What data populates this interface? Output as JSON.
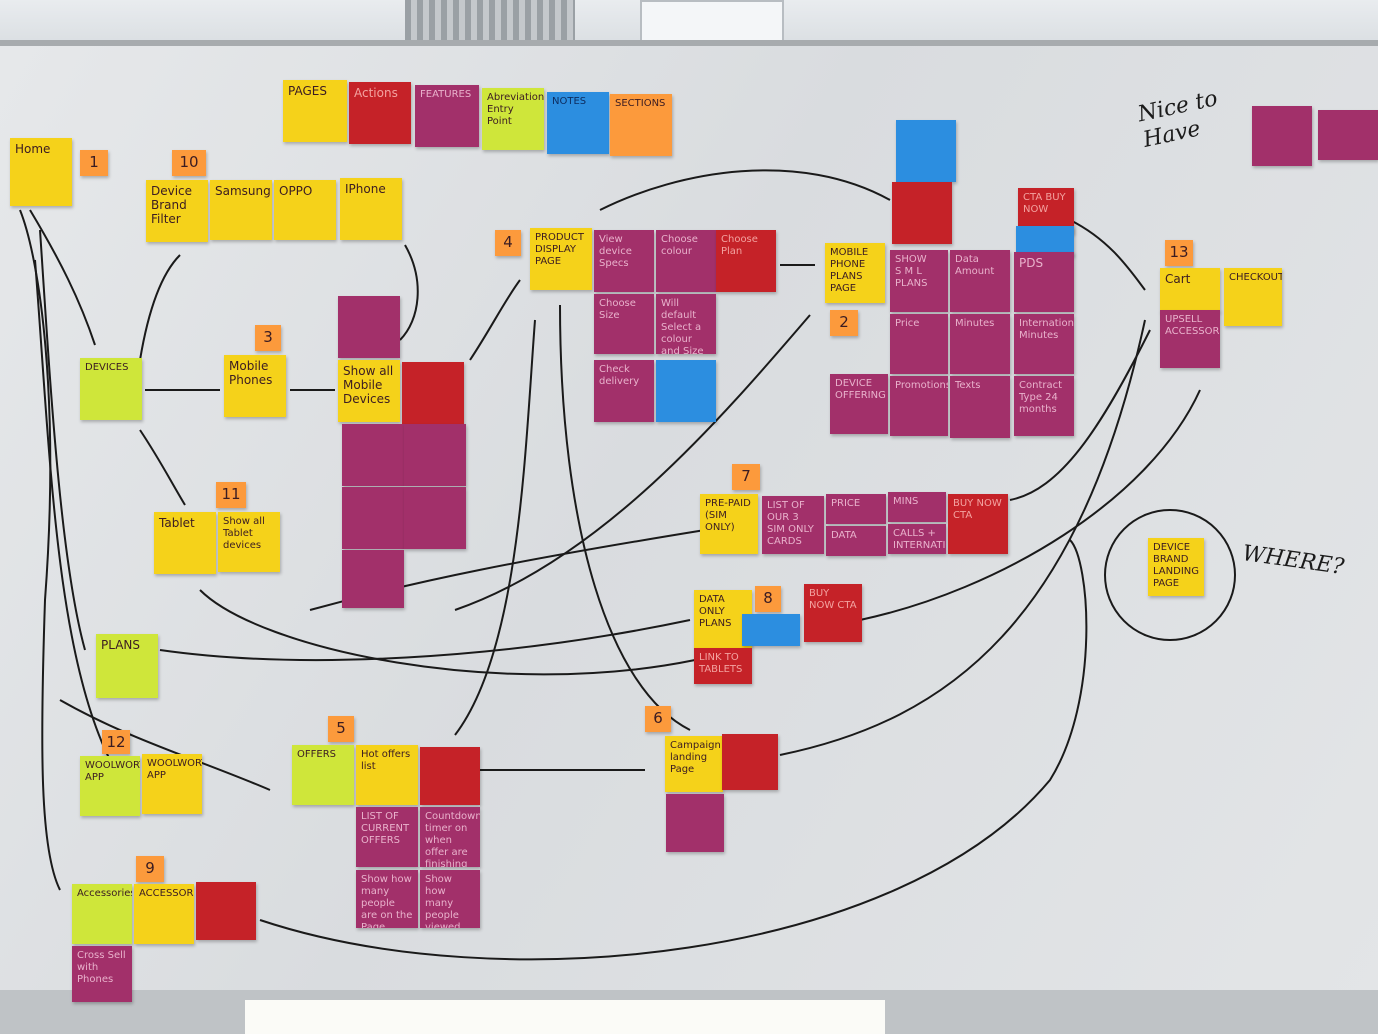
{
  "legend": {
    "pages": "PAGES",
    "actions": "Actions",
    "features": "FEATURES",
    "abbreviation": "Abreviation Entry Point",
    "notes": "NOTES",
    "sections": "SECTIONS"
  },
  "nice_to_have": "Nice to Have",
  "where": "WHERE?",
  "home": {
    "label": "Home",
    "num": "1"
  },
  "devices": "DEVICES",
  "plans": "PLANS",
  "brand_filter": {
    "num": "10",
    "label": "Device Brand Filter",
    "samsung": "Samsung",
    "oppo": "OPPO",
    "iphone": "IPhone"
  },
  "mobile": {
    "num": "3",
    "label": "Mobile Phones",
    "show_all": "Show all Mobile Devices"
  },
  "tablet": {
    "num": "11",
    "label": "Tablet",
    "show_all": "Show all Tablet devices"
  },
  "pdp": {
    "num": "4",
    "label": "PRODUCT DISPLAY PAGE",
    "view_specs": "View device Specs",
    "choose_colour": "Choose colour",
    "choose_plan": "Choose Plan",
    "choose_size": "Choose Size",
    "default_colour": "Will default Select a colour and Size",
    "check_delivery": "Check delivery"
  },
  "mobile_plans": {
    "num": "2",
    "label": "MOBILE PHONE PLANS PAGE",
    "show": "SHOW",
    "sml": "S M L",
    "plans_word": "PLANS",
    "cta": "CTA BUY NOW",
    "data": "Data Amount",
    "pds": "PDS",
    "price": "Price",
    "minutes": "Minutes",
    "intl": "International Minutes",
    "device_offer": "DEVICE OFFERING",
    "promotions": "Promotions",
    "texts": "Texts",
    "contract": "Contract Type 24 months"
  },
  "cart": {
    "num": "13",
    "label": "Cart",
    "checkout": "CHECKOUT",
    "upsell": "UPSELL ACCESSORIES"
  },
  "prepaid": {
    "num": "7",
    "label": "PRE-PAID (SIM ONLY)",
    "list": "LIST OF OUR 3 SIM ONLY CARDS",
    "price": "PRICE",
    "mins": "MINS",
    "data": "DATA",
    "calls": "CALLS + INTERNATIONAL",
    "buy": "BUY NOW CTA"
  },
  "data_only": {
    "num": "8",
    "label": "DATA ONLY PLANS",
    "buy": "BUY NOW CTA",
    "link": "LINK TO TABLETS"
  },
  "offers": {
    "num": "5",
    "label": "OFFERS",
    "hot": "Hot offers list",
    "list": "LIST OF CURRENT OFFERS",
    "countdown": "Countdown timer on when offer are finishing",
    "show_how": "Show how many people are on the Page",
    "show_viewed": "Show how many people viewed that offer today"
  },
  "campaign": {
    "num": "6",
    "label": "Campaign landing Page"
  },
  "woolworths": {
    "num": "12",
    "a": "WOOLWORTHS APP",
    "b": "WOOLWORTHS APP"
  },
  "accessories": {
    "num": "9",
    "a": "Accessories",
    "b": "ACCESSORIES",
    "cross": "Cross Sell with Phones"
  },
  "brand_landing": "DEVICE BRAND LANDING PAGE"
}
